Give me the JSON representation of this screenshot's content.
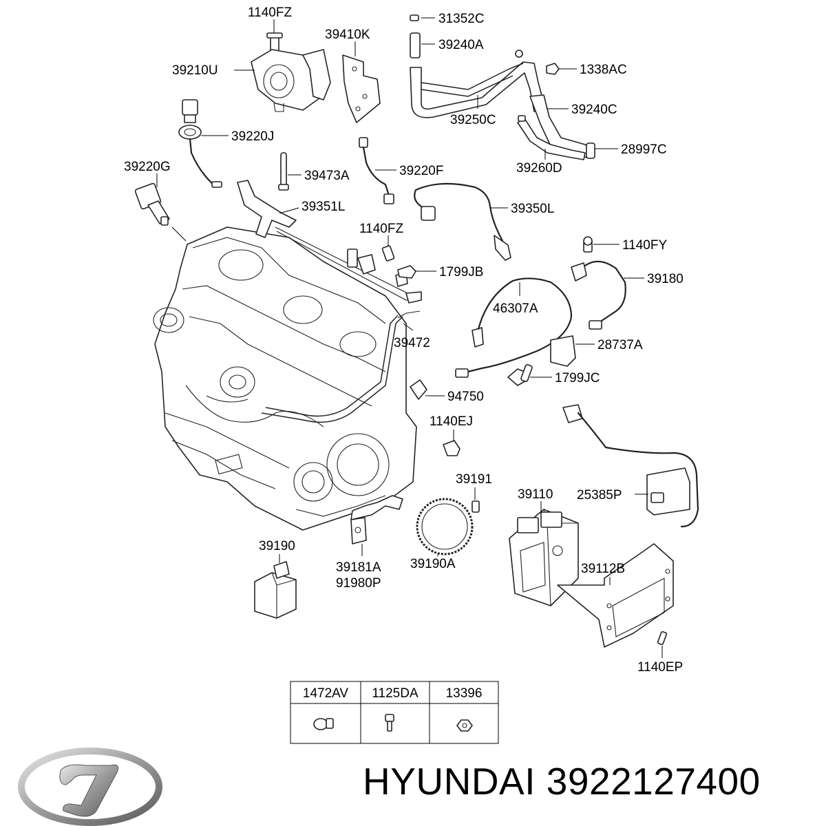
{
  "callouts": {
    "c1140FZ_a": "1140FZ",
    "c39410K": "39410K",
    "c31352C": "31352C",
    "c39240A": "39240A",
    "c39210U": "39210U",
    "c1338AC": "1338AC",
    "c39250C": "39250C",
    "c39240C": "39240C",
    "c39220J": "39220J",
    "c28997C": "28997C",
    "c39220G": "39220G",
    "c39473A": "39473A",
    "c39220F": "39220F",
    "c39260D": "39260D",
    "c39351L": "39351L",
    "c39350L": "39350L",
    "c1140FZ_b": "1140FZ",
    "c1140FY": "1140FY",
    "c1799JB": "1799JB",
    "c39180": "39180",
    "c46307A": "46307A",
    "c28737A": "28737A",
    "c39472": "39472",
    "c1799JC": "1799JC",
    "c94750": "94750",
    "c1140EJ": "1140EJ",
    "c39191": "39191",
    "c39110": "39110",
    "c25385P": "25385P",
    "c39190": "39190",
    "c39181A": "39181A",
    "c91980P": "91980P",
    "c39190A": "39190A",
    "c39112B": "39112B",
    "c1140EP": "1140EP"
  },
  "hardware_table": {
    "headers": [
      "1472AV",
      "1125DA",
      "13396"
    ],
    "icons": [
      "hose-clamp-icon",
      "bolt-icon",
      "nut-icon"
    ]
  },
  "brand": {
    "logo": "hyundai-logo",
    "caption": "HYUNDAI 3922127400"
  }
}
